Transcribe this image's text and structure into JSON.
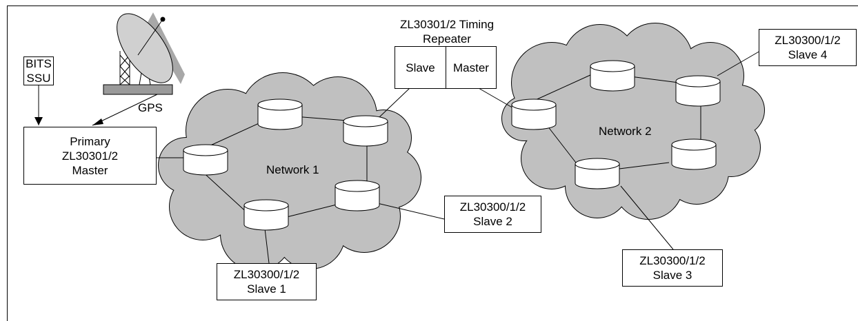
{
  "colors": {
    "cloud_fill": "#c0c0c0",
    "line": "#000000",
    "background": "#ffffff"
  },
  "bits_ssu": {
    "line1": "BITS",
    "line2": "SSU"
  },
  "gps": {
    "label": "GPS",
    "icon": "satellite-dish-icon"
  },
  "primary_master": {
    "line1": "Primary",
    "line2": "ZL30301/2",
    "line3": "Master"
  },
  "network1": {
    "label": "Network 1"
  },
  "network2": {
    "label": "Network 2"
  },
  "repeater": {
    "title_line1": "ZL30301/2 Timing",
    "title_line2": "Repeater",
    "slave": "Slave",
    "master": "Master"
  },
  "slave1": {
    "line1": "ZL30300/1/2",
    "line2": "Slave 1"
  },
  "slave2": {
    "line1": "ZL30300/1/2",
    "line2": "Slave 2"
  },
  "slave3": {
    "line1": "ZL30300/1/2",
    "line2": "Slave 3"
  },
  "slave4": {
    "line1": "ZL30300/1/2",
    "line2": "Slave 4"
  }
}
